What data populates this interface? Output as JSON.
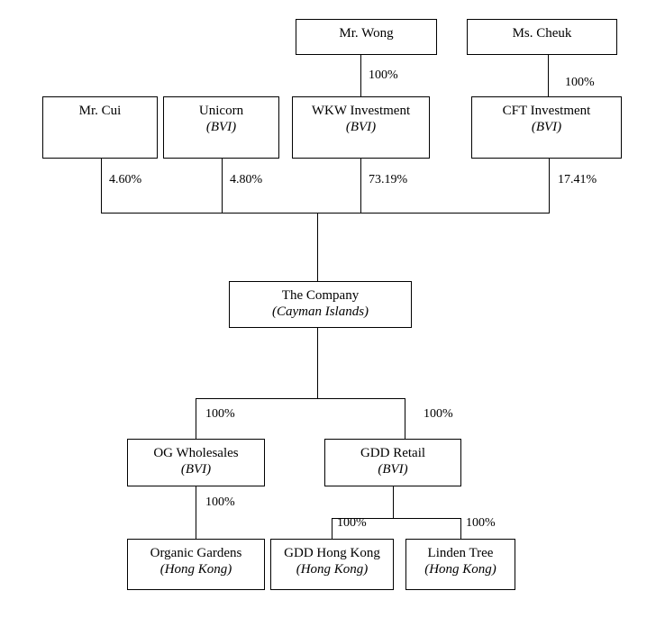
{
  "diagram": {
    "title": "Corporate shareholding structure chart",
    "line_color": "#000000",
    "background": "#ffffff",
    "nodes": [
      {
        "id": "mr-wong",
        "name": "Mr. Wong",
        "jurisdiction": ""
      },
      {
        "id": "ms-cheuk",
        "name": "Ms. Cheuk",
        "jurisdiction": ""
      },
      {
        "id": "mr-cui",
        "name": "Mr. Cui",
        "jurisdiction": ""
      },
      {
        "id": "unicorn",
        "name": "Unicorn",
        "jurisdiction": "(BVI)"
      },
      {
        "id": "wkw-investment",
        "name": "WKW Investment",
        "jurisdiction": "(BVI)"
      },
      {
        "id": "cft-investment",
        "name": "CFT Investment",
        "jurisdiction": "(BVI)"
      },
      {
        "id": "the-company",
        "name": "The Company",
        "jurisdiction": "(Cayman Islands)"
      },
      {
        "id": "og-wholesales",
        "name": "OG Wholesales",
        "jurisdiction": "(BVI)"
      },
      {
        "id": "gdd-retail",
        "name": "GDD Retail",
        "jurisdiction": "(BVI)"
      },
      {
        "id": "organic-gardens",
        "name": "Organic Gardens",
        "jurisdiction": "(Hong Kong)"
      },
      {
        "id": "gdd-hong-kong",
        "name": "GDD Hong Kong",
        "jurisdiction": "(Hong Kong)"
      },
      {
        "id": "linden-tree",
        "name": "Linden Tree",
        "jurisdiction": "(Hong Kong)"
      }
    ],
    "edges": [
      {
        "id": "wong-to-wkw",
        "from": "mr-wong",
        "to": "wkw-investment",
        "label": "100%"
      },
      {
        "id": "cheuk-to-cft",
        "from": "ms-cheuk",
        "to": "cft-investment",
        "label": "100%"
      },
      {
        "id": "cui-to-company",
        "from": "mr-cui",
        "to": "the-company",
        "label": "4.60%"
      },
      {
        "id": "unicorn-to-company",
        "from": "unicorn",
        "to": "the-company",
        "label": "4.80%"
      },
      {
        "id": "wkw-to-company",
        "from": "wkw-investment",
        "to": "the-company",
        "label": "73.19%"
      },
      {
        "id": "cft-to-company",
        "from": "cft-investment",
        "to": "the-company",
        "label": "17.41%"
      },
      {
        "id": "company-to-og",
        "from": "the-company",
        "to": "og-wholesales",
        "label": "100%"
      },
      {
        "id": "company-to-gdd-retail",
        "from": "the-company",
        "to": "gdd-retail",
        "label": "100%"
      },
      {
        "id": "og-to-organic-gardens",
        "from": "og-wholesales",
        "to": "organic-gardens",
        "label": "100%"
      },
      {
        "id": "gdd-retail-to-gdd-hk",
        "from": "gdd-retail",
        "to": "gdd-hong-kong",
        "label": "100%"
      },
      {
        "id": "gdd-retail-to-linden",
        "from": "gdd-retail",
        "to": "linden-tree",
        "label": "100%"
      }
    ]
  }
}
